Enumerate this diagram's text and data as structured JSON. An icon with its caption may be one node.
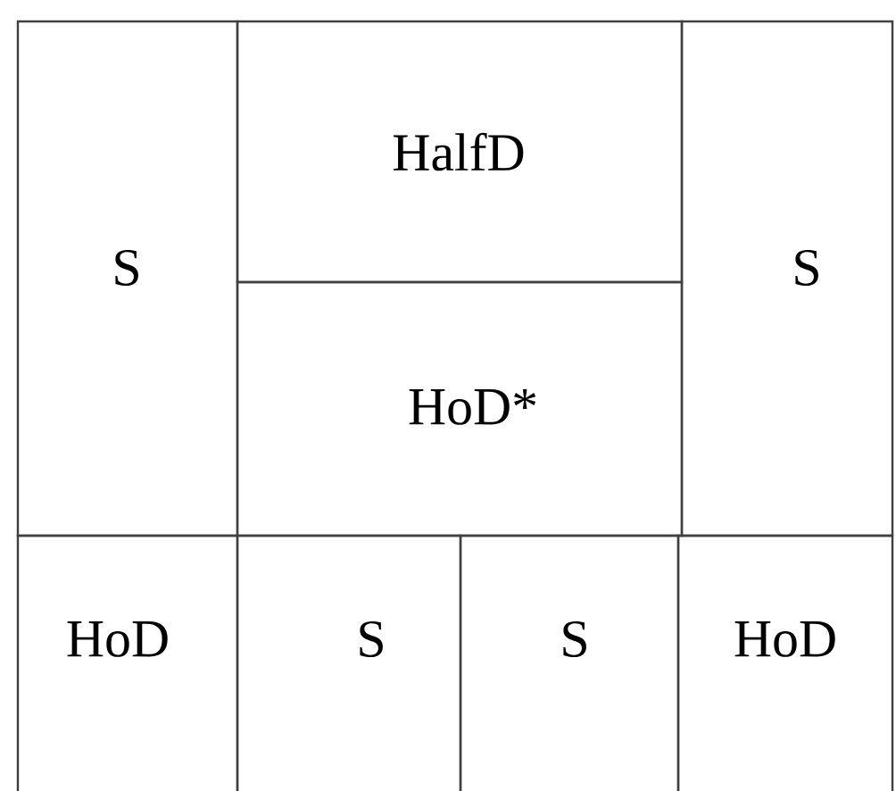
{
  "diagram": {
    "nodes": [
      {
        "text": [
          "S"
        ]
      },
      {
        "text": [
          "HalfD"
        ]
      },
      {
        "text": [
          "HoD*"
        ]
      },
      {
        "text": [
          "S"
        ]
      },
      {
        "text": [
          "HoD"
        ]
      },
      {
        "text": [
          "S"
        ]
      },
      {
        "text": [
          "S"
        ]
      },
      {
        "text": [
          "HoD"
        ]
      }
    ]
  }
}
